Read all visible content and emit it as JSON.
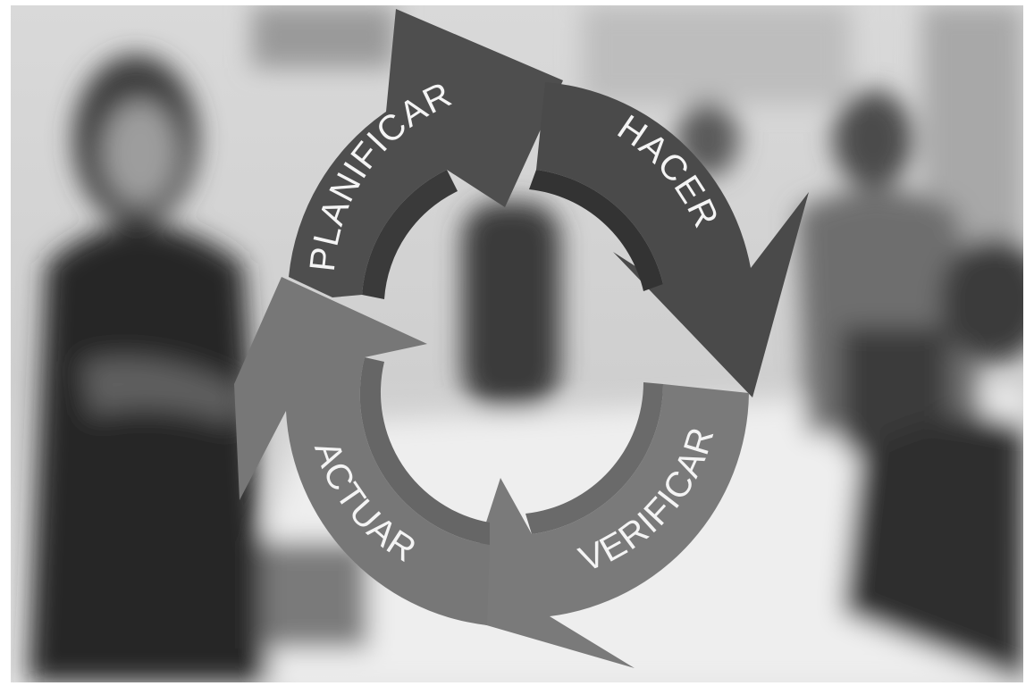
{
  "diagram": {
    "type": "cycle",
    "stages": [
      {
        "label": "PLANIFICAR",
        "color": "#4e4e4e"
      },
      {
        "label": "HACER",
        "color": "#4a4a4a"
      },
      {
        "label": "VERIFICAR",
        "color": "#7a7a7a"
      },
      {
        "label": "ACTUAR",
        "color": "#777777"
      }
    ]
  },
  "background": {
    "scene": "blurred-office-meeting",
    "tone": "grayscale"
  }
}
